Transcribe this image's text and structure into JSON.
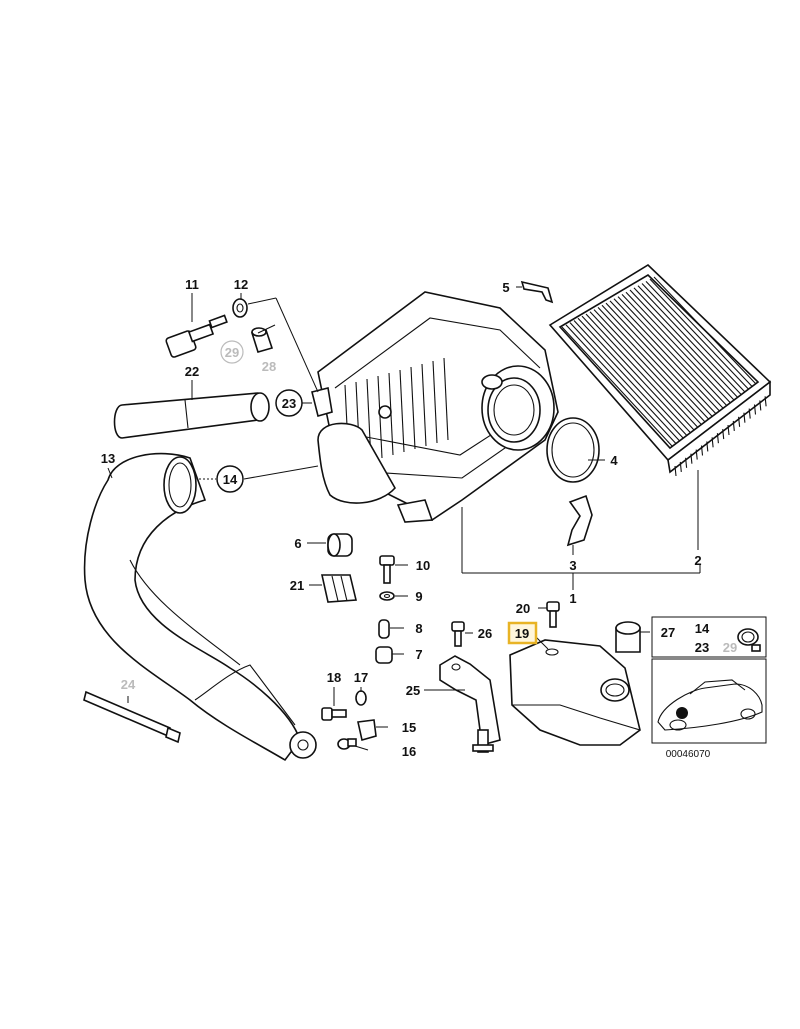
{
  "diagram": {
    "callouts": [
      {
        "id": "c1",
        "text": "1"
      },
      {
        "id": "c2",
        "text": "2"
      },
      {
        "id": "c3",
        "text": "3"
      },
      {
        "id": "c4",
        "text": "4"
      },
      {
        "id": "c5",
        "text": "5"
      },
      {
        "id": "c6",
        "text": "6"
      },
      {
        "id": "c7",
        "text": "7"
      },
      {
        "id": "c8",
        "text": "8"
      },
      {
        "id": "c9",
        "text": "9"
      },
      {
        "id": "c10",
        "text": "10"
      },
      {
        "id": "c11",
        "text": "11"
      },
      {
        "id": "c12",
        "text": "12"
      },
      {
        "id": "c13",
        "text": "13"
      },
      {
        "id": "c14",
        "text": "14"
      },
      {
        "id": "c15",
        "text": "15"
      },
      {
        "id": "c16",
        "text": "16"
      },
      {
        "id": "c17",
        "text": "17"
      },
      {
        "id": "c18",
        "text": "18"
      },
      {
        "id": "c19",
        "text": "19"
      },
      {
        "id": "c20",
        "text": "20"
      },
      {
        "id": "c21",
        "text": "21"
      },
      {
        "id": "c22",
        "text": "22"
      },
      {
        "id": "c23",
        "text": "23"
      },
      {
        "id": "c24",
        "text": "24"
      },
      {
        "id": "c25",
        "text": "25"
      },
      {
        "id": "c26",
        "text": "26"
      },
      {
        "id": "c27",
        "text": "27"
      },
      {
        "id": "c28",
        "text": "28"
      },
      {
        "id": "c29",
        "text": "29"
      }
    ],
    "inset": {
      "labels": [
        "14",
        "23",
        "29"
      ]
    },
    "diagram_code": "00046070",
    "highlight_color": "#e8b325",
    "inactive_color": "#bbbbbb"
  }
}
